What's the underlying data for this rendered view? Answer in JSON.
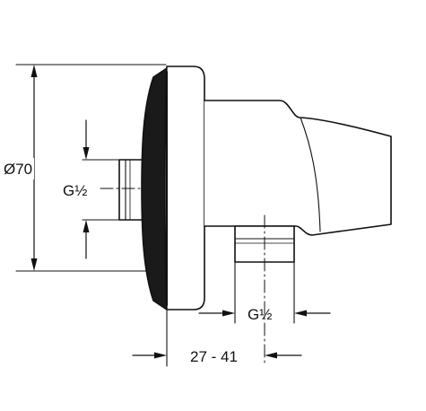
{
  "drawing": {
    "dimensions": {
      "diameter_label": "Ø70",
      "inlet_thread_label": "G½",
      "outlet_thread_label": "G½",
      "projection_label": "27 - 41"
    },
    "colors": {
      "line": "#111111",
      "seal_fill": "#1a1a1a",
      "background": "#ffffff"
    }
  }
}
